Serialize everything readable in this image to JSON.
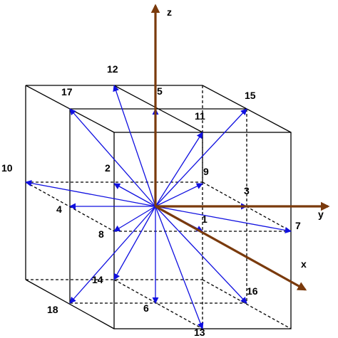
{
  "axes": {
    "x": {
      "label": "x"
    },
    "y": {
      "label": "y"
    },
    "z": {
      "label": "z"
    }
  },
  "vectors": [
    {
      "label": "1"
    },
    {
      "label": "2"
    },
    {
      "label": "3"
    },
    {
      "label": "4"
    },
    {
      "label": "5"
    },
    {
      "label": "6"
    },
    {
      "label": "7"
    },
    {
      "label": "8"
    },
    {
      "label": "9"
    },
    {
      "label": "10"
    },
    {
      "label": "11"
    },
    {
      "label": "12"
    },
    {
      "label": "13"
    },
    {
      "label": "14"
    },
    {
      "label": "15"
    },
    {
      "label": "16"
    },
    {
      "label": "17"
    },
    {
      "label": "18"
    }
  ],
  "colors": {
    "vectors": "#1010e0",
    "axes": "#7a3a0c",
    "edges": "#000000"
  }
}
